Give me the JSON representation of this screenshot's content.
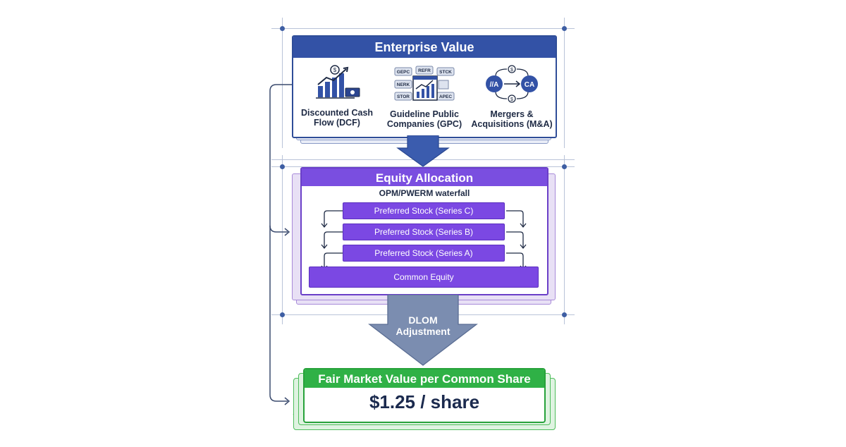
{
  "enterprise_value": {
    "title": "Enterprise Value",
    "methods": [
      {
        "label_line1": "Discounted Cash",
        "label_line2": "Flow (DCF)",
        "icon": "dcf-chart-icon"
      },
      {
        "label_line1": "Guideline Public",
        "label_line2": "Companies (GPC)",
        "icon": "gpc-tickers-icon",
        "tickers": [
          "GEPC",
          "REFR",
          "STCK",
          "NERK",
          "STOR",
          "APEC"
        ]
      },
      {
        "label_line1": "Mergers &",
        "label_line2": "Acquisitions (M&A)",
        "icon": "merger-icon",
        "logos": [
          "//A",
          "CA"
        ]
      }
    ]
  },
  "equity_allocation": {
    "title": "Equity Allocation",
    "subtitle": "OPM/PWERM waterfall",
    "tiers": [
      "Preferred Stock (Series C)",
      "Preferred Stock (Series B)",
      "Preferred Stock (Series A)",
      "Common Equity"
    ]
  },
  "dlom": {
    "line1": "DLOM",
    "line2": "Adjustment"
  },
  "fmv": {
    "title": "Fair Market Value per Common Share",
    "value": "$1.25 / share"
  },
  "colors": {
    "ev_primary": "#3352a6",
    "equity_primary": "#7a4ee0",
    "fmv_primary": "#2fb146",
    "dlom_arrow": "#7b8db0",
    "ev_arrow": "#3b5cae"
  }
}
